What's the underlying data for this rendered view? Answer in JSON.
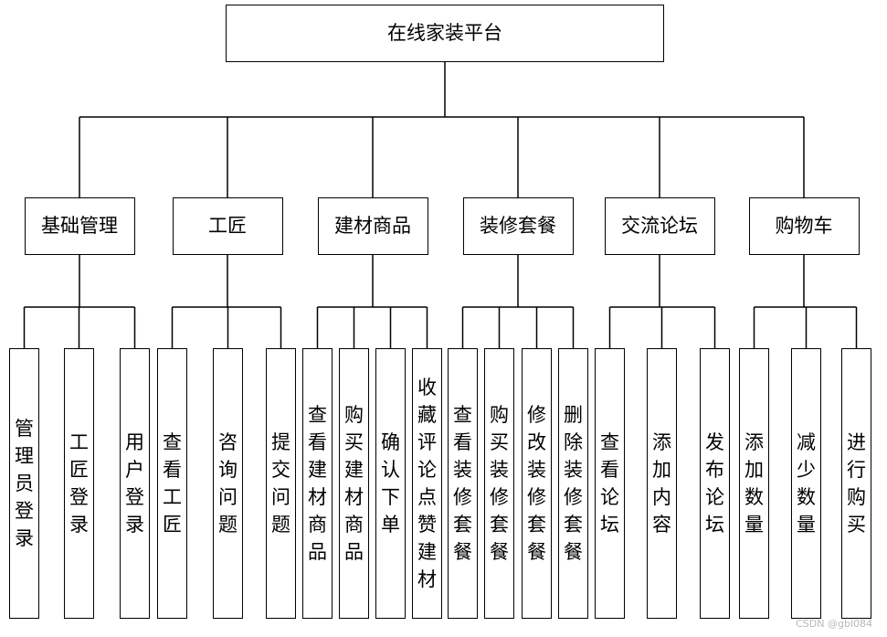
{
  "root": {
    "label": "在线家装平台"
  },
  "modules": [
    {
      "label": "基础管理",
      "children": [
        "管理员登录",
        "工匠登录",
        "用户登录"
      ]
    },
    {
      "label": "工匠",
      "children": [
        "查看工匠",
        "咨询问题",
        "提交问题"
      ]
    },
    {
      "label": "建材商品",
      "children": [
        "查看建材商品",
        "购买建材商品",
        "确认下单",
        "收藏评论点赞建材"
      ]
    },
    {
      "label": "装修套餐",
      "children": [
        "查看装修套餐",
        "购买装修套餐",
        "修改装修套餐",
        "删除装修套餐"
      ]
    },
    {
      "label": "交流论坛",
      "children": [
        "查看论坛",
        "添加内容",
        "发布论坛"
      ]
    },
    {
      "label": "购物车",
      "children": [
        "添加数量",
        "减少数量",
        "进行购买"
      ]
    }
  ],
  "watermark": "CSDN @gbl084"
}
